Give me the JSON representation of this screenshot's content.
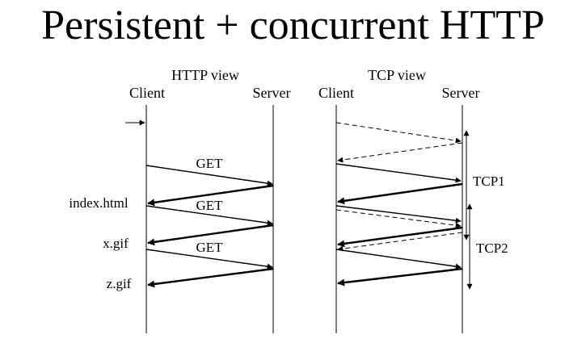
{
  "title": "Persistent + concurrent HTTP",
  "http_view": {
    "heading": "HTTP view",
    "client_label": "Client",
    "server_label": "Server",
    "get_labels": [
      "GET",
      "GET",
      "GET"
    ],
    "object_labels": [
      "index.html",
      "x.gif",
      "z.gif"
    ]
  },
  "tcp_view": {
    "heading": "TCP view",
    "client_label": "Client",
    "server_label": "Server",
    "connection_labels": [
      "TCP1",
      "TCP2"
    ]
  }
}
